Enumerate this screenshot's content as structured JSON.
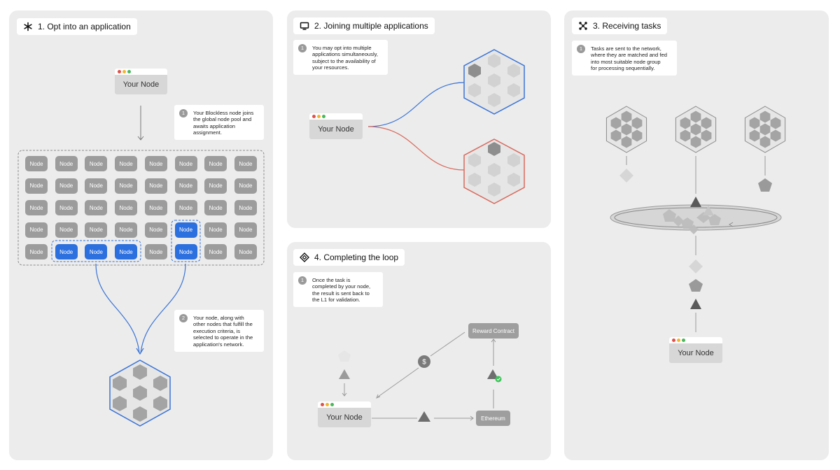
{
  "colors": {
    "panel": "#ececec",
    "node": "#9c9c9c",
    "selected": "#2c6fde",
    "red_path": "#d86a5c",
    "blue_path": "#3a73d6",
    "dot_red": "#e2504a",
    "dot_yellow": "#f2b531",
    "dot_green": "#49b85b",
    "check": "#3fc25a"
  },
  "panel1": {
    "title": "1. Opt into an application",
    "title_icon": "asterisk-icon",
    "your_node": "Your Node",
    "note1": {
      "num": "1",
      "text": "Your Blockless node joins\nthe global node pool and\nawaits application\nassignment."
    },
    "note2": {
      "num": "2",
      "text": "Your node, along with\nother nodes that fulfill the\nexecution criteria, is\nselected to operate in the\napplication's network."
    },
    "grid_label": "Node",
    "grid_rows": 5,
    "grid_cols": 8,
    "selected_cells": [
      [
        3,
        5
      ],
      [
        4,
        1
      ],
      [
        4,
        2
      ],
      [
        4,
        3
      ],
      [
        4,
        5
      ]
    ]
  },
  "panel2": {
    "title": "2. Joining multiple applications",
    "title_icon": "monitor-icon",
    "your_node": "Your Node",
    "note1": {
      "num": "1",
      "text": "You may opt into multiple\napplications simultaneously,\nsubject to the availability of\nyour resources."
    }
  },
  "panel3": {
    "title": "3. Receiving tasks",
    "title_icon": "network-icon",
    "your_node": "Your Node",
    "note1": {
      "num": "1",
      "text": "Tasks are sent to the network,\nwhere they are matched and fed\ninto most suitable node group\nfor processing sequentially."
    }
  },
  "panel4": {
    "title": "4. Completing the loop",
    "title_icon": "loop-icon",
    "your_node": "Your Node",
    "note1": {
      "num": "1",
      "text": "Once the task is\ncompleted by your node,\nthe result is sent back to\nthe L1 for validation."
    },
    "reward_contract": "Reward Contract",
    "ethereum": "Ethereum",
    "coin_symbol": "$"
  }
}
